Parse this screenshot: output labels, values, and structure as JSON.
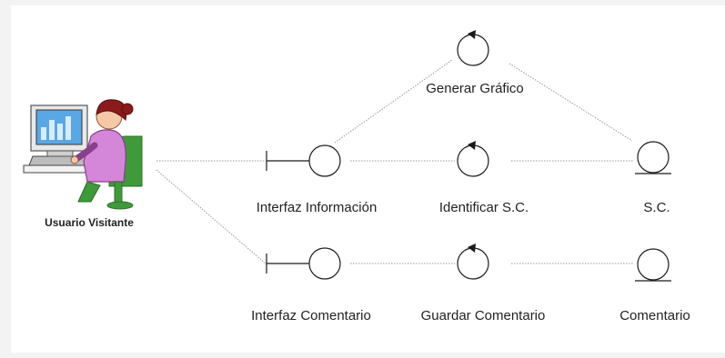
{
  "diagram": {
    "actor": {
      "label": "Usuario Visitante",
      "icon": "person-at-computer-icon"
    },
    "nodes": {
      "generar_grafico": {
        "label": "Generar Gráfico",
        "kind": "control"
      },
      "interfaz_informacion": {
        "label": "Interfaz Información",
        "kind": "boundary"
      },
      "identificar_sc": {
        "label": "Identificar S.C.",
        "kind": "control"
      },
      "sc": {
        "label": "S.C.",
        "kind": "entity"
      },
      "interfaz_comentario": {
        "label": "Interfaz Comentario",
        "kind": "boundary"
      },
      "guardar_comentario": {
        "label": "Guardar Comentario",
        "kind": "control"
      },
      "comentario": {
        "label": "Comentario",
        "kind": "entity"
      }
    },
    "colors": {
      "line": "#9a9a9a",
      "stroke": "#1a1a1a"
    }
  }
}
